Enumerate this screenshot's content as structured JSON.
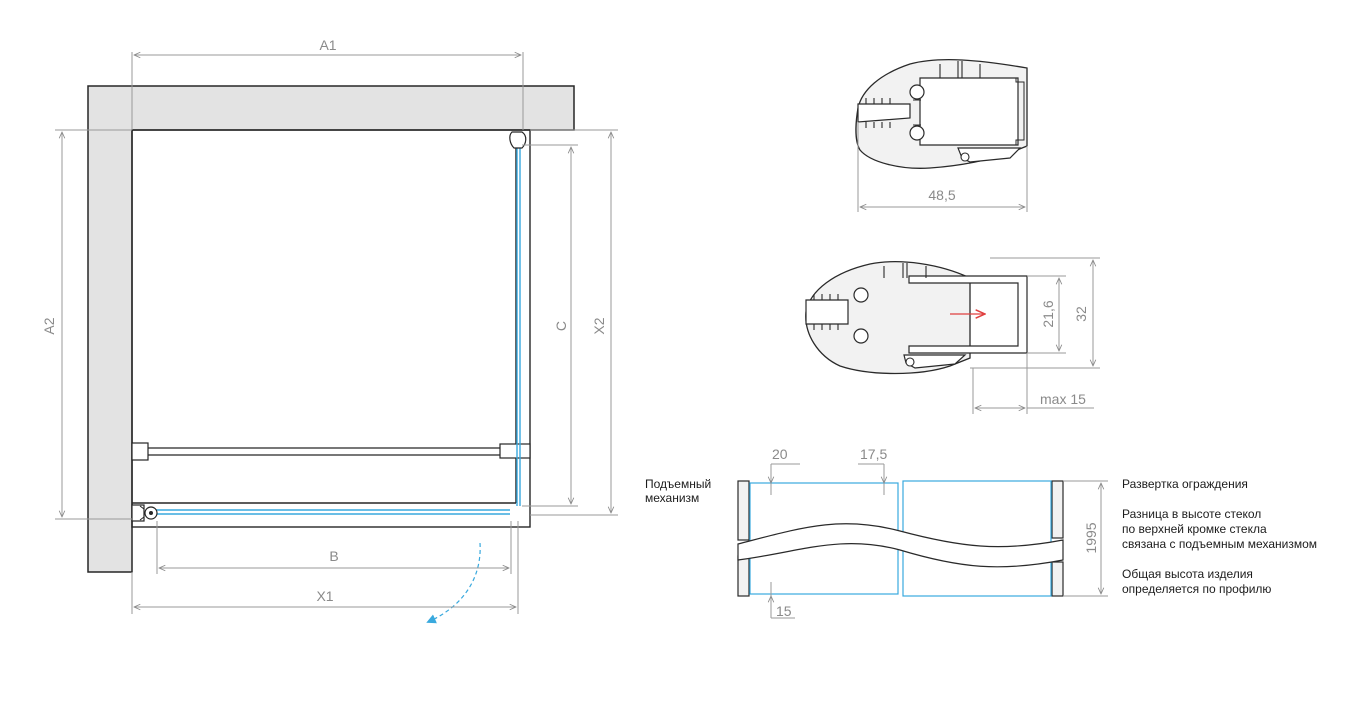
{
  "plan": {
    "a1": "A1",
    "a2": "A2",
    "b": "B",
    "c": "C",
    "x1": "X1",
    "x2": "X2"
  },
  "profile_top": {
    "width": "48,5"
  },
  "profile_mid": {
    "inner": "21,6",
    "outer": "32",
    "max": "max 15"
  },
  "unfold": {
    "dim_left": "20",
    "dim_right": "17,5",
    "dim_bottom": "15",
    "height": "1995",
    "mechanism_line1": "Подъемный",
    "mechanism_line2": "механизм",
    "note_title": "Развертка ограждения",
    "note_diff_1": "Разница в высоте стекол",
    "note_diff_2": "по верхней кромке стекла",
    "note_diff_3": "связана с подъемным механизмом",
    "note_height_1": "Общая высота изделия",
    "note_height_2": "определяется по профилю"
  },
  "colors": {
    "glass": "#39a9de",
    "arrow": "#e04040",
    "wall": "#e3e3e3"
  }
}
